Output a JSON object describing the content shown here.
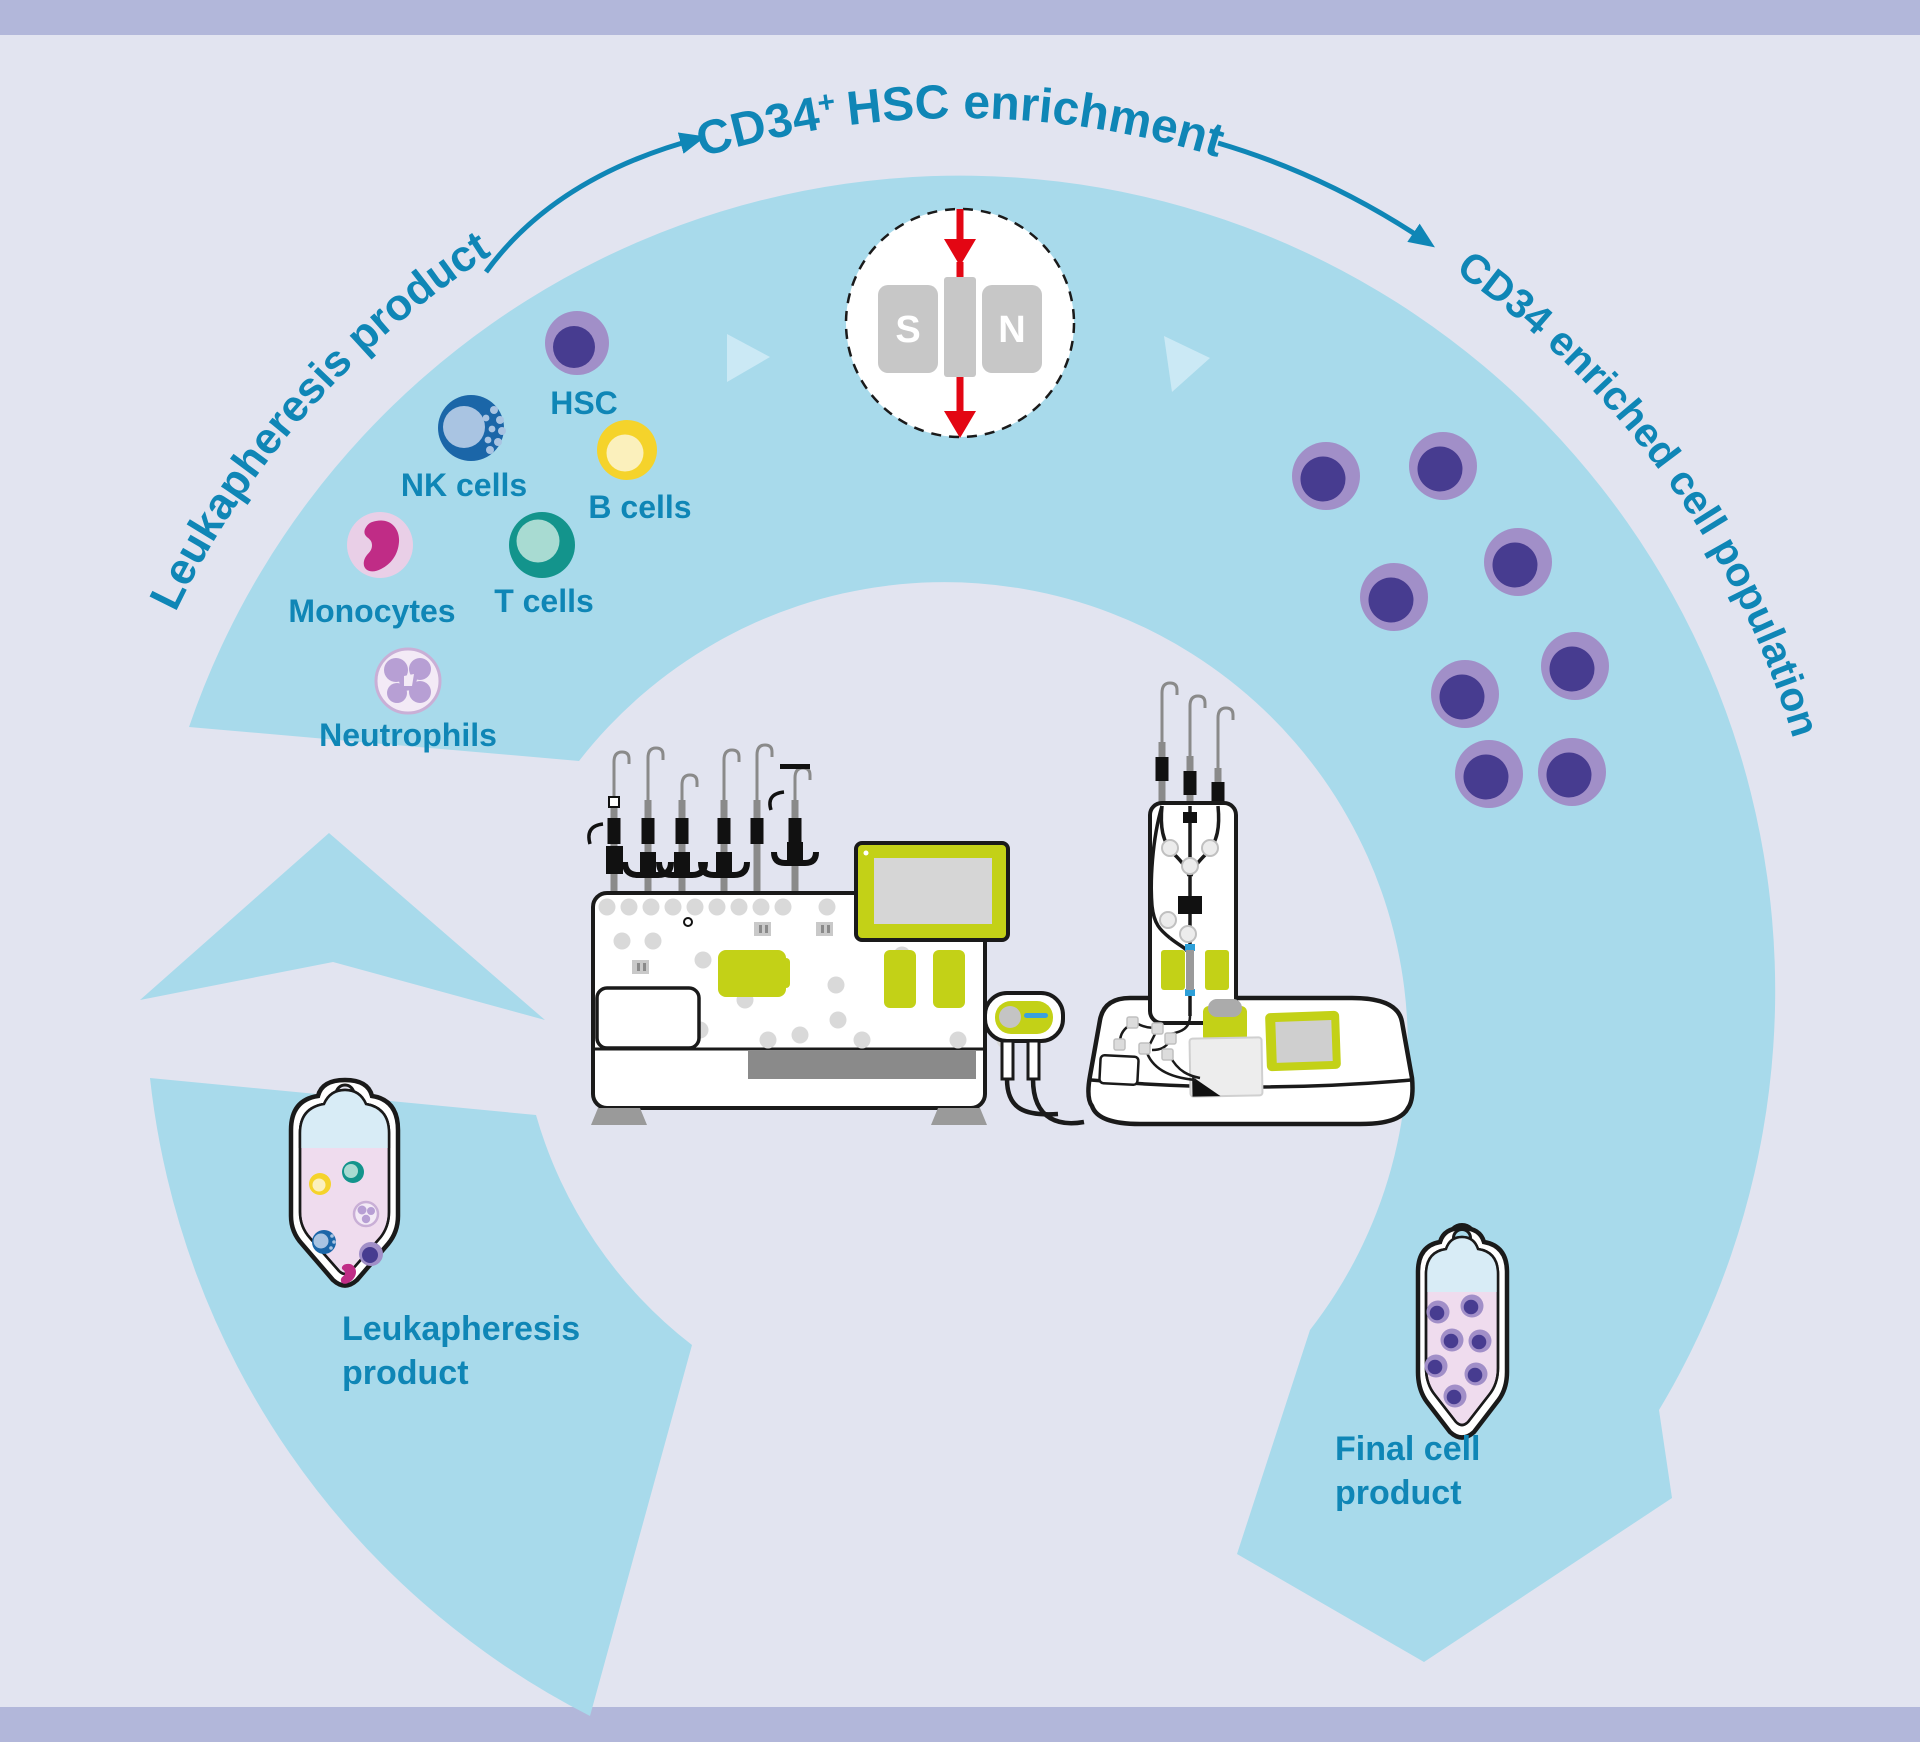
{
  "arcs": {
    "top": {
      "part1": "CD34",
      "sup": "+",
      "part2": "HSC enrichment"
    },
    "left": "Leukapheresis product",
    "right": "CD34 enriched cell population"
  },
  "cell_labels": {
    "hsc": "HSC",
    "nk": "NK cells",
    "b": "B cells",
    "monocytes": "Monocytes",
    "t": "T cells",
    "neutrophils": "Neutrophils"
  },
  "magnet": {
    "south": "S",
    "north": "N"
  },
  "bags": {
    "leukapheresis": {
      "line1": "Leukapheresis",
      "line2": "product"
    },
    "final": {
      "line1": "Final cell",
      "line2": "product"
    }
  },
  "colors": {
    "background": "#E2E4F0",
    "band_bar": "#B2B7DA",
    "ring_blue": "#A8DAEB",
    "ring_triangle": "#CBE9F5",
    "accent_teal": "#0F86B6",
    "hsc_outer": "#A18FC8",
    "hsc_inner": "#473C90",
    "nk_ring": "#1B66A8",
    "nk_center": "#A9C4E2",
    "b_ring": "#F5D32B",
    "b_center": "#FBF0BC",
    "t_ring": "#13948C",
    "t_center": "#A8DBD2",
    "monocyte_bg": "#E9CFE7",
    "monocyte": "#C02C86",
    "neutrophil_bg": "#F3EAF6",
    "neutrophil_nucleus": "#B79FD4",
    "magnet_gray": "#C7C7C7",
    "magnet_red": "#E30613",
    "machine_green": "#C3D117",
    "bag_pink": "#EFDCEE",
    "bag_blue": "#D8ECF6"
  }
}
